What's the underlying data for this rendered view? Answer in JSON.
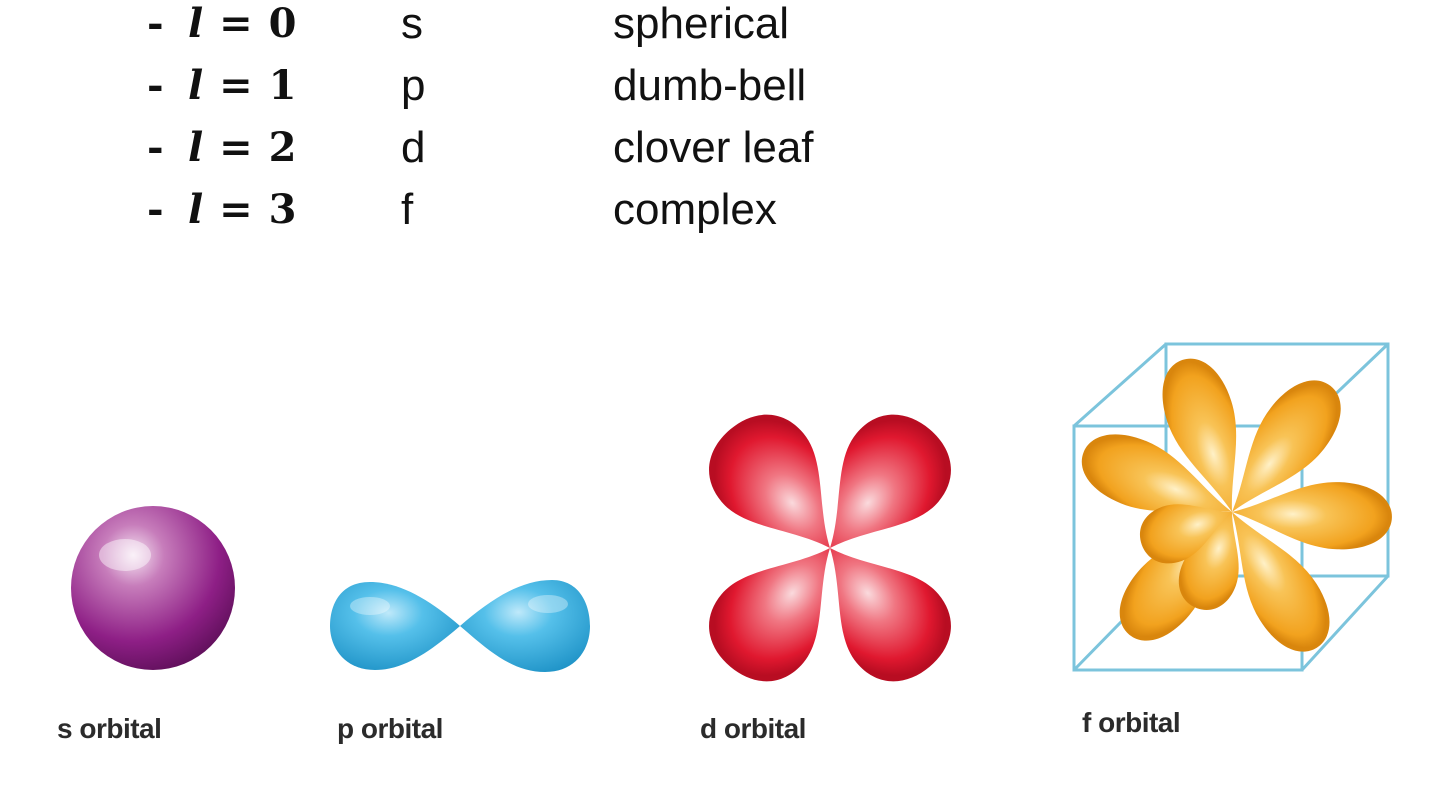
{
  "rows": [
    {
      "dash": "-",
      "l_symbol": "l",
      "l_equals": "= 0",
      "orbital": "s",
      "shape": "spherical"
    },
    {
      "dash": "-",
      "l_symbol": "l",
      "l_equals": "= 1",
      "orbital": "p",
      "shape": "dumb-bell"
    },
    {
      "dash": "-",
      "l_symbol": "l",
      "l_equals": "= 2",
      "orbital": "d",
      "shape": "clover leaf"
    },
    {
      "dash": "-",
      "l_symbol": "l",
      "l_equals": "= 3",
      "orbital": "f",
      "shape": "complex"
    }
  ],
  "captions": {
    "s": "s orbital",
    "p": "p orbital",
    "d": "d orbital",
    "f": "f orbital"
  },
  "colors": {
    "s_orbital": "#8e1f86",
    "p_orbital": "#29a9dc",
    "d_orbital": "#e0182f",
    "f_orbital": "#f2a21e",
    "f_cube": "#7cc4dc"
  }
}
